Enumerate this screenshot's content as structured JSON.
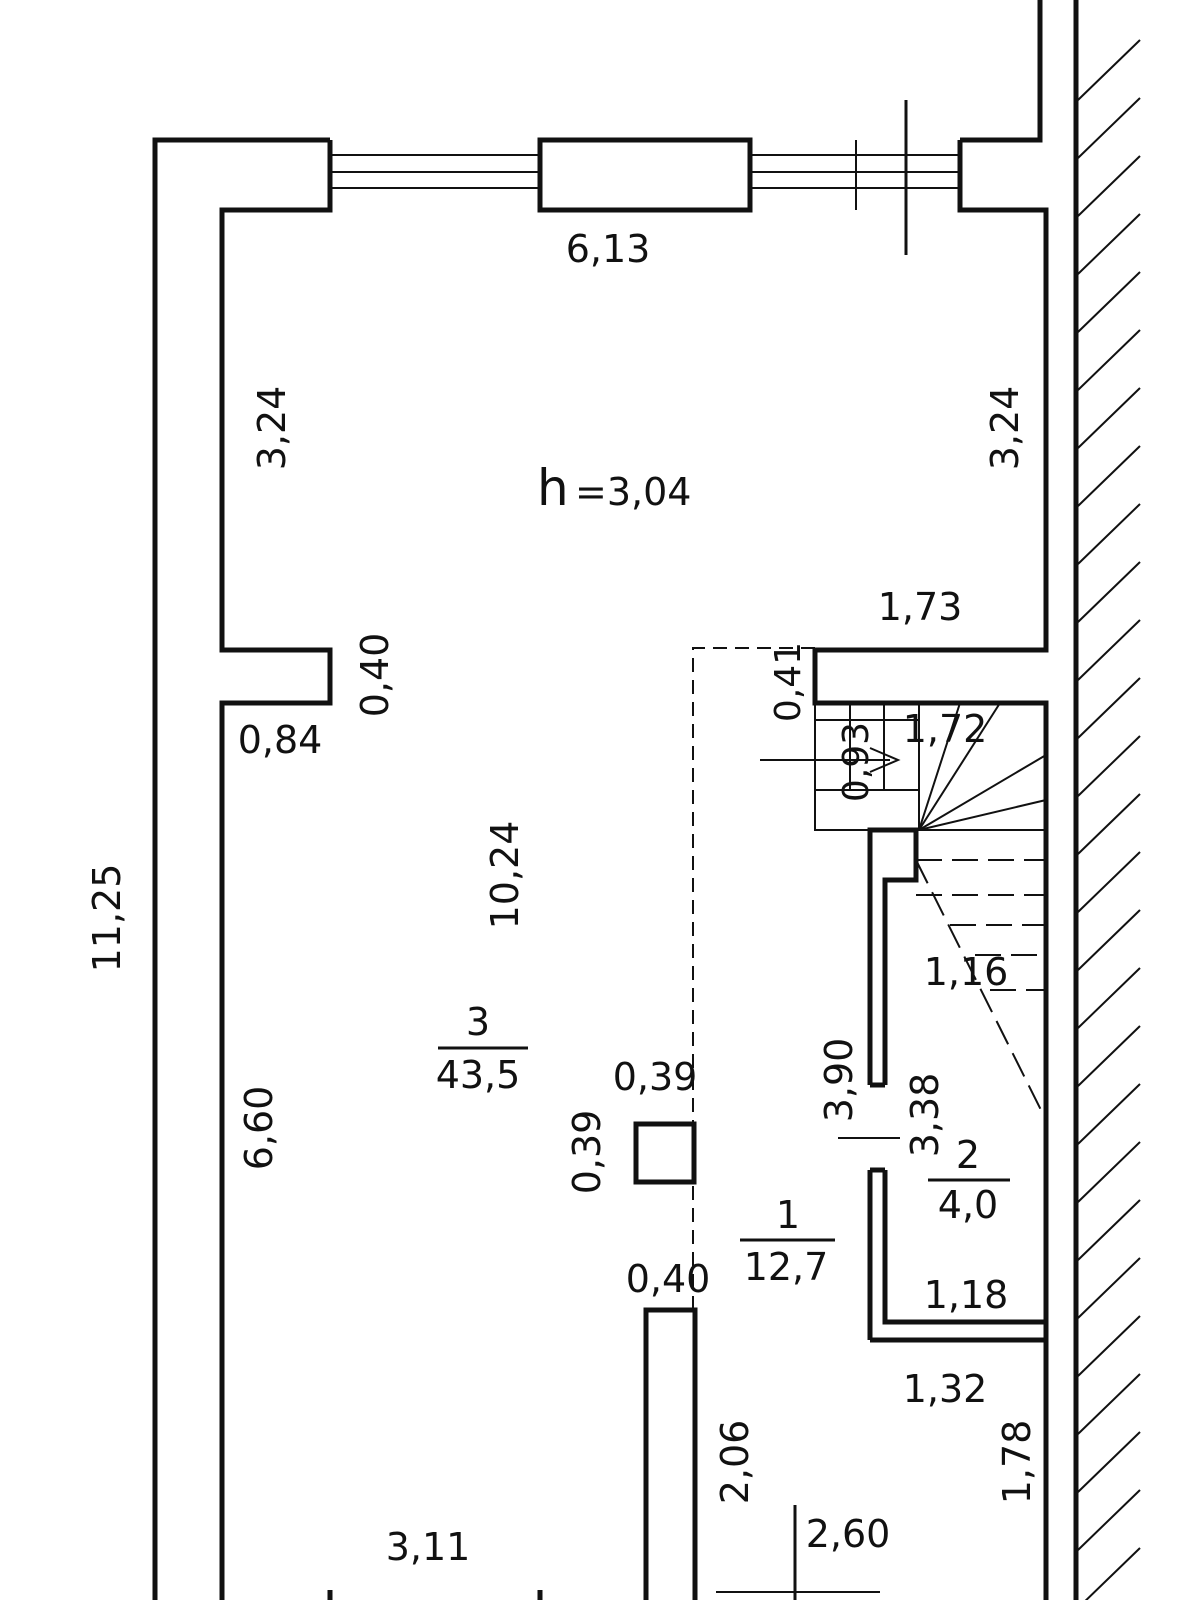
{
  "plan": {
    "ceiling_height_symbol": "h",
    "ceiling_height_value": "=3,04",
    "dimensions": {
      "top_width": "6,13",
      "upper_left_height": "3,24",
      "upper_right_height": "3,24",
      "step_width": "1,73",
      "left_notch_depth": "0,40",
      "left_notch_width": "0,84",
      "inner_length": "10,24",
      "outer_length": "11,25",
      "lower_left_height": "6,60",
      "bottom_left_width": "3,11",
      "column_width": "0,39",
      "column_depth": "0,39",
      "partition_opening": "0,40",
      "partition_height": "2,06",
      "bottom_right_width": "2,60",
      "corridor_right_height": "1,78",
      "storage_top_width": "1,32",
      "storage_inner_width": "1,18",
      "storage_height_outer": "3,90",
      "storage_height_inner": "3,38",
      "stair_width": "1,16",
      "stair_top_width": "1,72",
      "stair_landing_depth": "0,93",
      "stair_notch": "0,41"
    },
    "rooms": [
      {
        "number": "3",
        "area": "43,5"
      },
      {
        "number": "1",
        "area": "12,7"
      },
      {
        "number": "2",
        "area": "4,0"
      }
    ]
  }
}
